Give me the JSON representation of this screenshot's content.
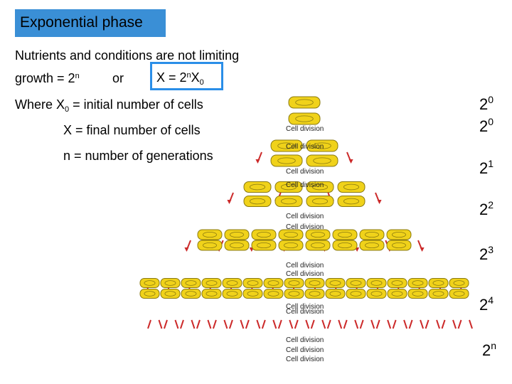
{
  "title": "Exponential phase",
  "subtitle": "Nutrients and conditions are not limiting",
  "formula": {
    "growth_label": "growth = 2",
    "growth_exp": "n",
    "or": "or",
    "x_eq": "X = 2",
    "x_exp": "n",
    "x_var": "X",
    "x_sub": "0"
  },
  "definitions": {
    "where_prefix": "Where X",
    "where_sub": "0",
    "where_text": " = initial number of cells",
    "x_final": "X  = final number of cells",
    "n_def": "n = number of generations"
  },
  "powers": [
    {
      "base": "2",
      "exp": "0"
    },
    {
      "base": "2",
      "exp": "0"
    },
    {
      "base": "2",
      "exp": "1"
    },
    {
      "base": "2",
      "exp": "2"
    },
    {
      "base": "2",
      "exp": "3"
    },
    {
      "base": "2",
      "exp": "4"
    },
    {
      "base": "2",
      "exp": "n"
    }
  ],
  "cell_division_label": "Cell division",
  "colors": {
    "title_bg": "#3a8fd6",
    "highlight_border": "#2a8ee8",
    "cell_fill": "#f0d21a",
    "cell_stroke": "#8a7a10",
    "arrow": "#cc2a2a"
  }
}
